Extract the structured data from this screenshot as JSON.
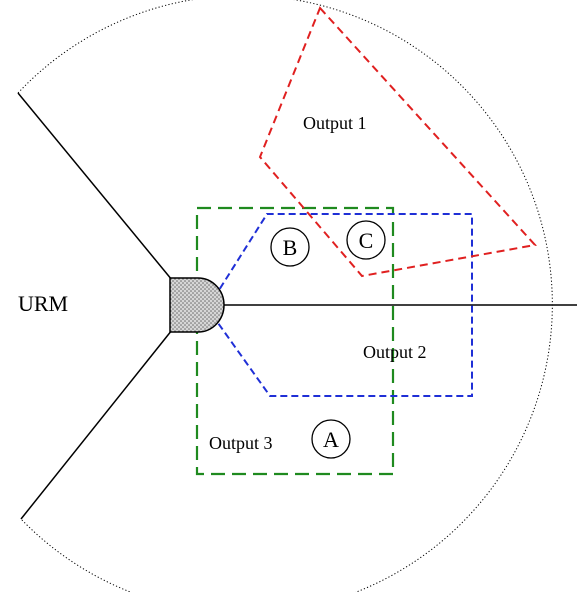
{
  "sensor_label": "URM",
  "regions": {
    "output_1": {
      "label": "Output 1",
      "color": "#e02020"
    },
    "output_2": {
      "label": "Output 2",
      "color": "#1f2fd6"
    },
    "output_3": {
      "label": "Output 3",
      "color": "#1f8a1f"
    }
  },
  "points": {
    "a": "A",
    "b": "B",
    "c": "C"
  },
  "colors": {
    "sensor_fill": "#c8c8c8",
    "line": "#000000",
    "boundary": "#000000"
  }
}
